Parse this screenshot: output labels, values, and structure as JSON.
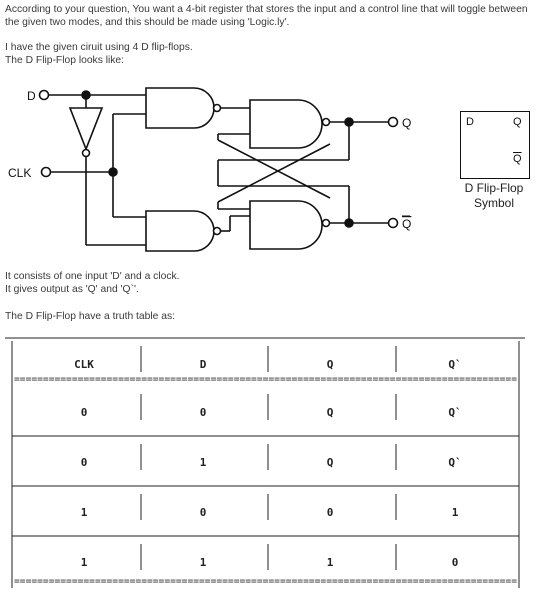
{
  "intro_text": "According to your question, You want a 4-bit register that stores the input and a control line that will toggle between the given two modes, and this should be made using 'Logic.ly'.",
  "circuit_text": "I have the given ciruit using 4 D flip-flops.",
  "dff_text": "The D Flip-Flop looks like:",
  "diagram": {
    "input_d": "D",
    "input_clk": "CLK",
    "output_q": "Q",
    "output_qbar": "Q"
  },
  "symbol": {
    "pin_d": "D",
    "pin_q": "Q",
    "pin_qbar": "Q",
    "caption_line1": "D Flip-Flop",
    "caption_line2": "Symbol"
  },
  "io_text_1": "It consists of one input 'D' and a clock.",
  "io_text_2": "It gives output as 'Q' and 'Q`'.",
  "truth_intro": "The D Flip-Flop have a truth table as:",
  "truth_table": {
    "headers": [
      "CLK",
      "D",
      "Q",
      "Q`"
    ],
    "rows": [
      [
        "0",
        "0",
        "Q",
        "Q`"
      ],
      [
        "0",
        "1",
        "Q",
        "Q`"
      ],
      [
        "1",
        "0",
        "0",
        "1"
      ],
      [
        "1",
        "1",
        "1",
        "0"
      ]
    ]
  }
}
